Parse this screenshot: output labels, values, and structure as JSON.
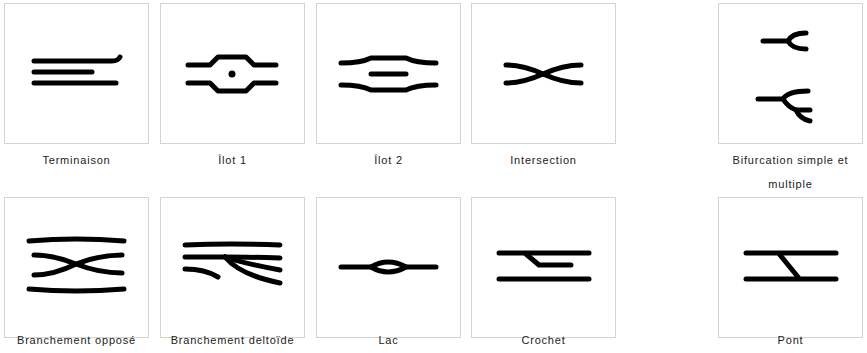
{
  "diagram": {
    "labels": [
      "Terminaison",
      "Îlot 1",
      "Îlot 2",
      "Intersection",
      "Bifurcation simple et multiple",
      "Branchement opposé",
      "Branchement deltoïde",
      "Lac",
      "Crochet",
      "Pont"
    ]
  }
}
